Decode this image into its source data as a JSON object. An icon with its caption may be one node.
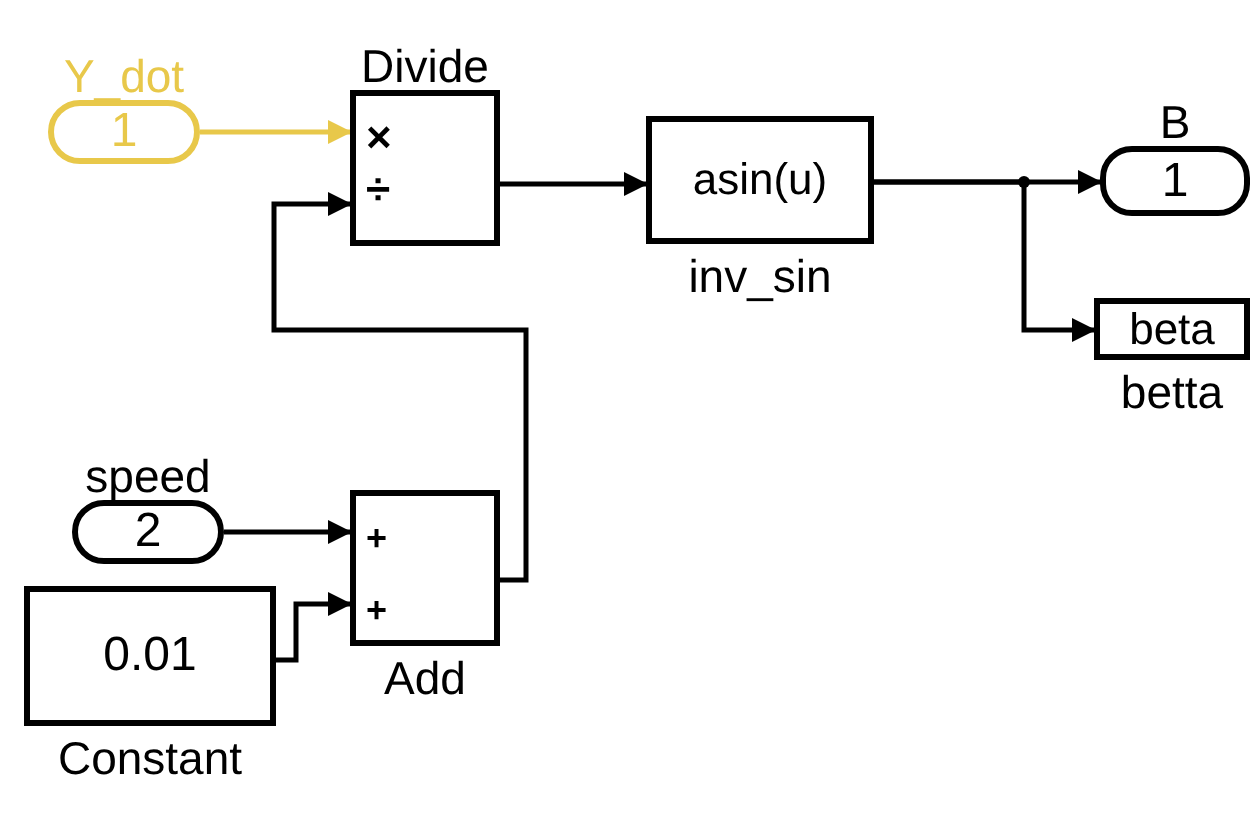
{
  "diagram": {
    "nodes": [
      {
        "text": [
          "Y_dot",
          "1"
        ]
      },
      {
        "text": [
          "Divide",
          "×",
          "÷"
        ]
      },
      {
        "text": [
          "asin(u)"
        ],
        "beside": [
          "inv_sin"
        ]
      },
      {
        "text": [
          "B",
          "1"
        ]
      },
      {
        "text": [
          "beta"
        ],
        "beside": [
          "betta"
        ]
      },
      {
        "text": [
          "speed",
          "2"
        ]
      },
      {
        "text": [
          "+",
          "+"
        ],
        "beside": [
          "Add"
        ]
      },
      {
        "text": [
          "0.01"
        ],
        "beside": [
          "Constant"
        ]
      }
    ],
    "edges": [
      {
        "from": 0,
        "to": 1,
        "arrow": "to",
        "color": "#e8c84a"
      },
      {
        "from": 6,
        "to": 1,
        "arrow": "to"
      },
      {
        "from": 1,
        "to": 2,
        "arrow": "to"
      },
      {
        "from": 2,
        "to": 3,
        "arrow": "to"
      },
      {
        "from": 2,
        "to": 4,
        "arrow": "to"
      },
      {
        "from": 5,
        "to": 6,
        "arrow": "to"
      },
      {
        "from": 7,
        "to": 6,
        "arrow": "to"
      }
    ]
  }
}
